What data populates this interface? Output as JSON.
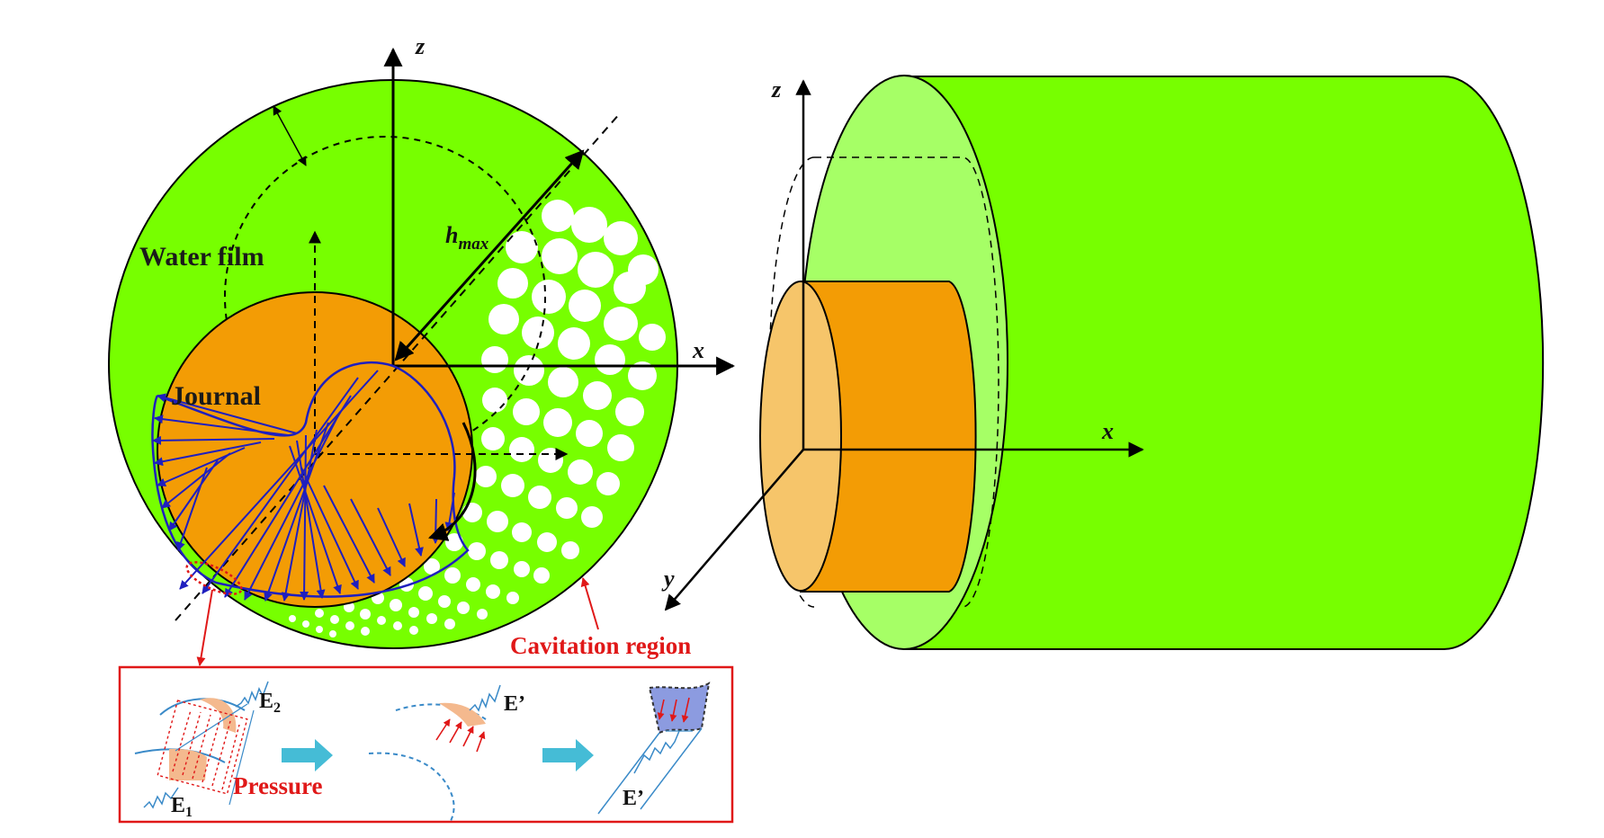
{
  "labels": {
    "water_film": "Water film",
    "journal": "Journal",
    "h_max_base": "h",
    "h_max_sub": "max",
    "cavitation": "Cavitation region",
    "pressure": "Pressure",
    "e2_base": "E",
    "e2_sub": "2",
    "e1_base": "E",
    "e1_sub": "1",
    "e_prime_1": "E’",
    "e_prime_2": "E’"
  },
  "axes_left": {
    "z": "z",
    "x": "x"
  },
  "axes_right": {
    "z": "z",
    "x": "x",
    "y": "y"
  },
  "colors": {
    "water": "#77ff00",
    "water_light": "#a6ff66",
    "journal": "#f39c05",
    "journal_face": "#f6c56a",
    "pressure_arrows": "#1f1fbf",
    "cavitation": "#e01818",
    "bubble": "#ffffff",
    "spring": "#3a8ac8",
    "pale_arrow": "#45bcd6"
  }
}
